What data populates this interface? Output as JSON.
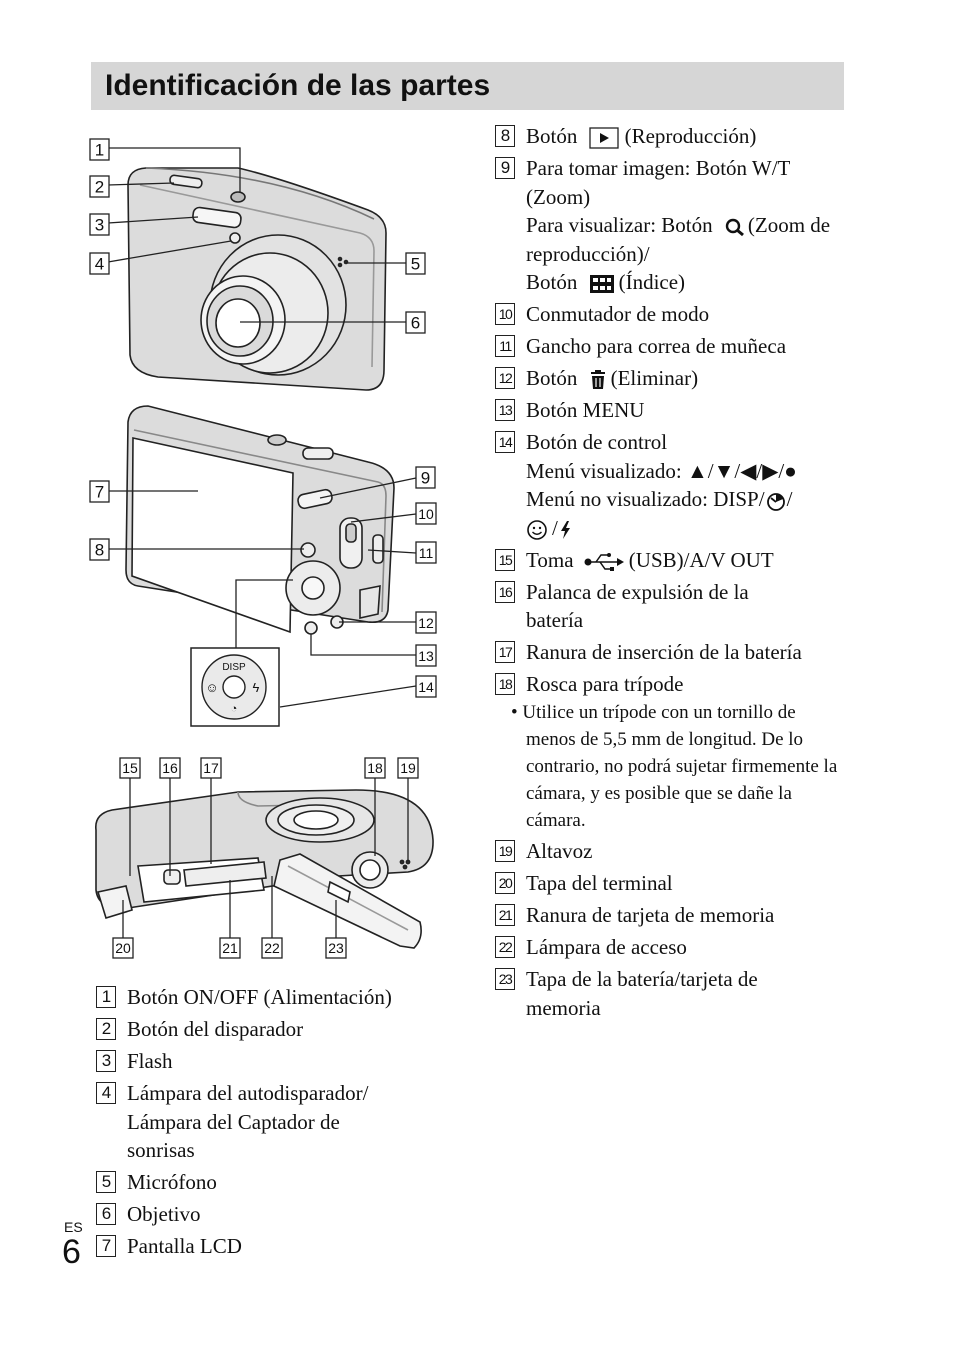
{
  "title": "Identificación de las partes",
  "figure_labels": {
    "front": [
      "1",
      "2",
      "3",
      "4",
      "5",
      "6"
    ],
    "back": [
      "7",
      "8",
      "9",
      "10",
      "11",
      "12",
      "13",
      "14"
    ],
    "bottom": [
      "15",
      "16",
      "17",
      "18",
      "19",
      "20",
      "21",
      "22",
      "23"
    ],
    "disp_label": "DISP"
  },
  "left_list": [
    {
      "num": "1",
      "text": "Botón ON/OFF (Alimentación)"
    },
    {
      "num": "2",
      "text": "Botón del disparador"
    },
    {
      "num": "3",
      "text": "Flash"
    },
    {
      "num": "4",
      "text": "Lámpara del autodisparador/ Lámpara del Captador de sonrisas"
    },
    {
      "num": "5",
      "text": "Micrófono"
    },
    {
      "num": "6",
      "text": "Objetivo"
    },
    {
      "num": "7",
      "text": "Pantalla LCD"
    }
  ],
  "right_list": {
    "i8": {
      "num": "8",
      "a": "Botón",
      "b": "(Reproducción)",
      "icon": "play-icon"
    },
    "i9": {
      "num": "9",
      "l1": "Para tomar imagen: Botón W/T (Zoom)",
      "l2a": "Para visualizar: Botón",
      "l2b": "(Zoom de reproducción)/",
      "l3a": "Botón",
      "l3b": "(Índice)",
      "icons": [
        "magnifier-icon",
        "index-grid-icon"
      ]
    },
    "i10": {
      "num": "10",
      "text": "Conmutador de modo"
    },
    "i11": {
      "num": "11",
      "text": "Gancho para correa de muñeca"
    },
    "i12": {
      "num": "12",
      "a": "Botón",
      "b": "(Eliminar)",
      "icon": "trash-icon"
    },
    "i13": {
      "num": "13",
      "text": "Botón MENU"
    },
    "i14": {
      "num": "14",
      "l1": "Botón de control",
      "l2": "Menú visualizado: ▲/▼/◀/▶/●",
      "l3a": "Menú no visualizado: DISP/",
      "l3b": "/",
      "l4": "/",
      "icons": [
        "self-timer-icon",
        "smile-icon",
        "flash-icon"
      ]
    },
    "i15": {
      "num": "15",
      "a": "Toma",
      "b": "(USB)/A/V OUT",
      "icon": "usb-icon"
    },
    "i16": {
      "num": "16",
      "text": "Palanca de expulsión de la batería"
    },
    "i17": {
      "num": "17",
      "text": "Ranura de inserción de la batería"
    },
    "i18": {
      "num": "18",
      "text": "Rosca para trípode",
      "note": "• Utilice un trípode con un tornillo de menos de 5,5 mm de longitud. De lo contrario, no podrá sujetar firmemente la cámara, y es posible que se dañe la cámara."
    },
    "i19": {
      "num": "19",
      "text": "Altavoz"
    },
    "i20": {
      "num": "20",
      "text": "Tapa del terminal"
    },
    "i21": {
      "num": "21",
      "text": "Ranura de tarjeta de memoria"
    },
    "i22": {
      "num": "22",
      "text": "Lámpara de acceso"
    },
    "i23": {
      "num": "23",
      "text": "Tapa de la batería/tarjeta de memoria"
    }
  },
  "footer": {
    "lang": "ES",
    "page": "6"
  }
}
